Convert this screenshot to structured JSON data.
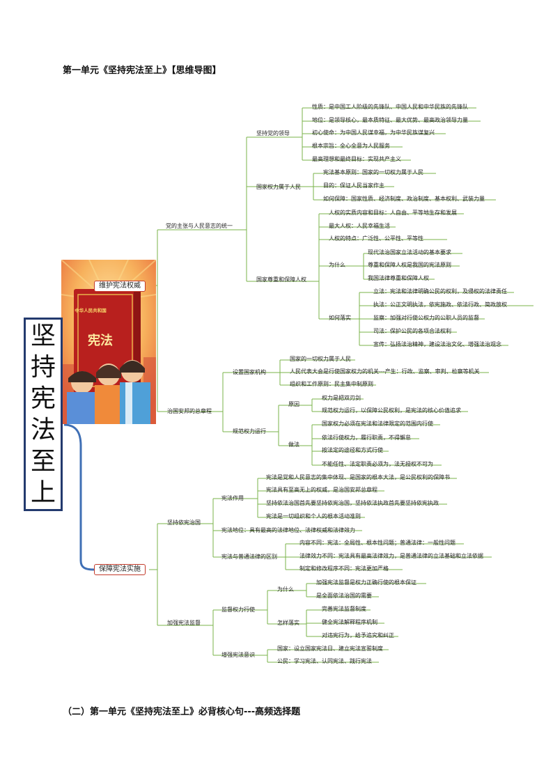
{
  "heading1": "第一单元《坚持宪法至上》【思维导图】",
  "heading2": "（二）第一单元《坚持宪法至上》必背核心句---高频选择题",
  "root": "坚持宪法至上",
  "illustration": {
    "book_label": "中华人民共和国",
    "book_title": "宪法"
  },
  "branches": {
    "b1": "维护宪法权威",
    "b2": "保障宪法实施"
  },
  "nodes": {
    "l2a": "党的主张与人民意志的统一",
    "l2b": "治国安邦的总章程",
    "l2c": "坚持依宪治国",
    "l2d": "加强宪法监督",
    "l3a": "坚持党的领导",
    "l3b": "国家权力属于人民",
    "l3c": "国家尊重和保障人权",
    "l3d": "设置国家机构",
    "l3e": "规范权力运行",
    "l3f": "宪法作用",
    "l3g": "宪法地位：具有最高的法律地位、法律权威和法律效力",
    "l3h": "宪法与普通法律的区别",
    "l3i": "监督权力行使",
    "l3j": "增强宪法意识",
    "a1": "性质：是中国工人阶级的先锋队、中国人民和中华民族的先锋队",
    "a2": "地位：是领导核心，最本质特征、最大优势、最高政治领导力量",
    "a3": "初心使命：为中国人民谋幸福，为中华民族谋复兴",
    "a4": "根本宗旨：全心全意为人民服务",
    "a5": "最高理想和最终目标：实现共产主义",
    "b1": "宪法基本原则：国家的一切权力属于人民",
    "b2": "目的：保证人民当家作主",
    "b3": "如何保障：国家性质、经济制度、政治制度、基本权利、武装力量",
    "c1": "人权的实质内容和目标：人自由、平等地生存和发展",
    "c2": "最大人权：人民幸福生活",
    "c3": "人权的特点：广泛性、公平性、平等性",
    "c4": "为什么",
    "c4a": "现代法治国家立法活动的基本要求",
    "c4b": "尊重和保障人权是我国的宪法原则",
    "c4c": "我国法律尊重和保障人权",
    "c5": "如何落实",
    "c5a": "立法：宪法和法律明确公民的权利，及侵权的法律责任",
    "c5b": "执法：公正文明执法，依宪施政、依法行政、简政放权",
    "c5c": "监察：加强对行使公权力的公职人员的监督",
    "c5d": "司法：保护公民的各项合法权利",
    "c5e": "宣传：弘扬法治精神，建设法治文化、增强法治观念",
    "d1": "国家的一切权力属于人民",
    "d2": "人民代表大会是行使国家权力的机关---产生：行政、监察、审判、检察等机关",
    "d3": "组织和工作原则：民主集中制原则",
    "e1": "原因",
    "e1a": "权力是把双刃剑",
    "e1b": "规范权力运行，以保障公民权利，是宪法的核心价值追求",
    "e2": "做法",
    "e2a": "国家权力必须在宪法和法律限定的范围内行使",
    "e2b": "依法行使权力，履行职责，不得懈怠",
    "e2c": "按法定的途径和方式行使",
    "e2d": "不能任性、法定职责必须为，法无授权不可为",
    "f1": "宪法是党和人民意志的集中体现、是国家的根本大法，是公民权利的保障书",
    "f2": "宪法具有至高无上的权威，是治国安邦总章程",
    "f3": "坚持依法治国首先要坚持依宪治国，坚持依法执政首先要坚持依宪执政",
    "f4": "宪法是一切组织和个人的根本活动准则",
    "h1": "内容不同：宪法：全局性、根本性问题；普通法律：一般性问题",
    "h2": "法律效力不同：宪法具有最高法律效力，是普通法律的立法基础和立法依据",
    "h3": "制定和修改程序不同：宪法更加严格",
    "i1": "为什么",
    "i1a": "加强宪法监督是权力正确行使的根本保证",
    "i1b": "是全面依法治国的需要",
    "i2": "怎样落实",
    "i2a": "完善宪法监督制度",
    "i2b": "健全宪法解释程序机制",
    "i2c": "对违宪行为，给予追究和纠正",
    "j1": "国家：设立国家宪法日、建立宪法宣誓制度",
    "j2": "公民：学习宪法、认同宪法、践行宪法"
  },
  "colors": {
    "line": "#7ab34a",
    "branch_border": "#c23a2a",
    "title_border": "#233a6e",
    "connector": "#3f6fb5"
  }
}
